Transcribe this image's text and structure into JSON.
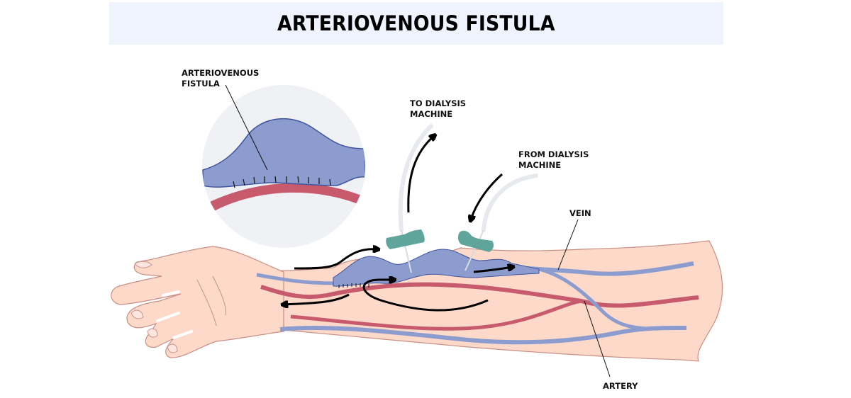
{
  "title": "ARTERIOVENOUS FISTULA",
  "labels": {
    "fistula": "ARTERIOVENOUS\nFISTULA",
    "to_dialysis": "TO DIALYSIS\nMACHINE",
    "from_dialysis": "FROM DIALYSIS\nMACHINE",
    "vein": "VEIN",
    "artery": "ARTERY"
  },
  "colors": {
    "banner": "#eef3fd",
    "skin": "#fcd9c8",
    "skin_outline": "#c98f86",
    "vein": "#8d9cce",
    "vein_outline": "#3d55a0",
    "artery": "#c85a6e",
    "catheter": "#e6e9ee",
    "needle_hub": "#5fa59c",
    "inset_bg": "#eff1f5",
    "arrow": "#000000"
  }
}
